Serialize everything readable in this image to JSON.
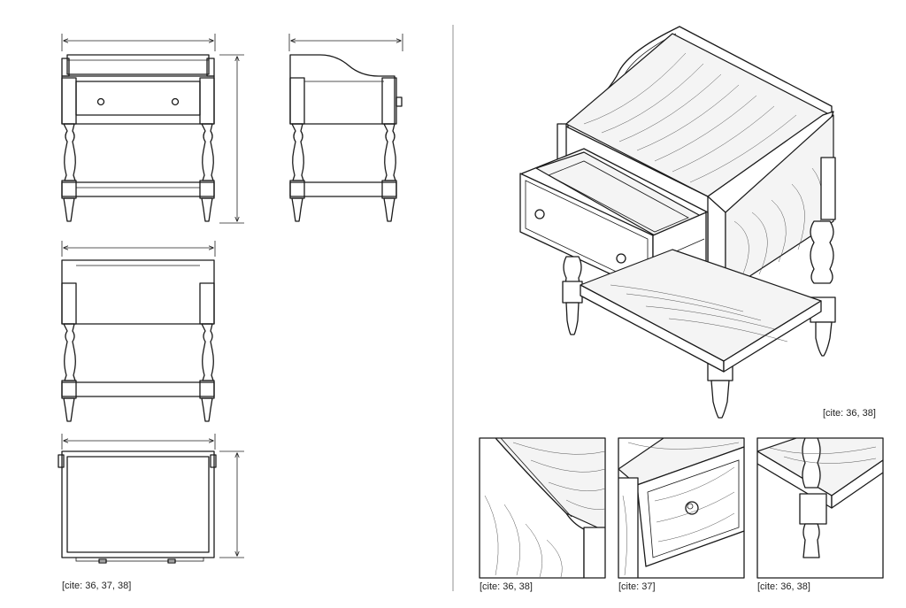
{
  "citations": {
    "orthographic_views": "[cite: 36, 37, 38]",
    "isometric_view": "[cite: 36, 38]",
    "detail_gallery": "[cite: 36, 38]",
    "detail_drawer": "[cite: 37]",
    "detail_leg": "[cite: 36, 38]"
  },
  "colors": {
    "line": "#1a1a1a",
    "background": "#ffffff"
  }
}
